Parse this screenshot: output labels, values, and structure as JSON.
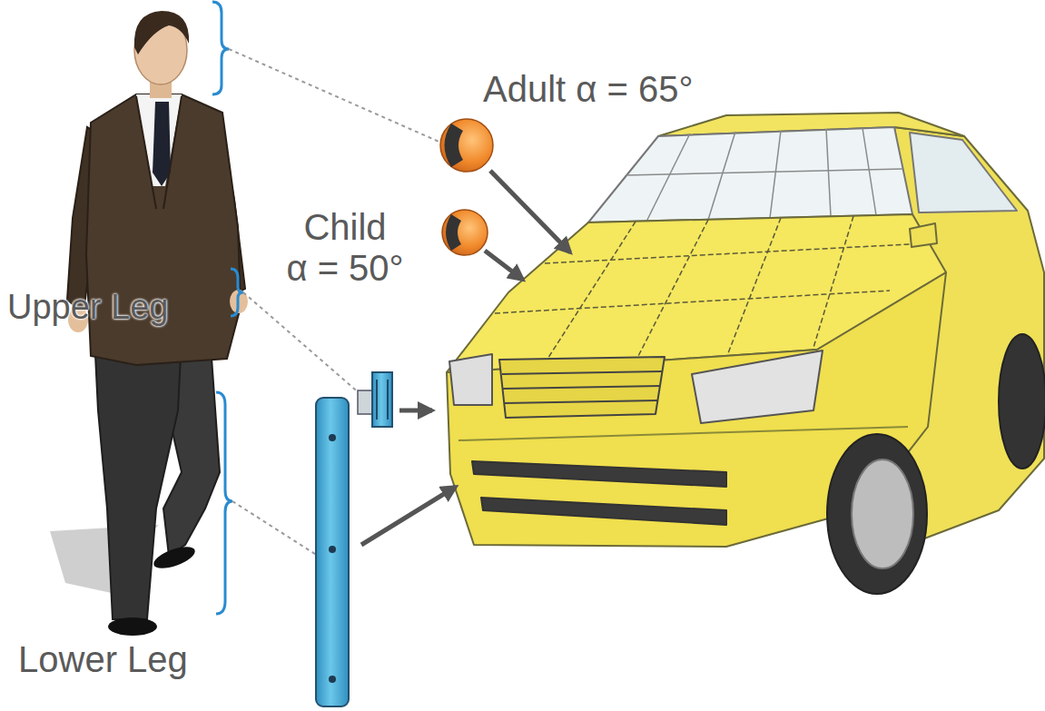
{
  "diagram": {
    "labels": [
      "Adult α = 65°",
      "Child",
      "α = 50°",
      "Upper Leg",
      "Lower Leg"
    ]
  }
}
